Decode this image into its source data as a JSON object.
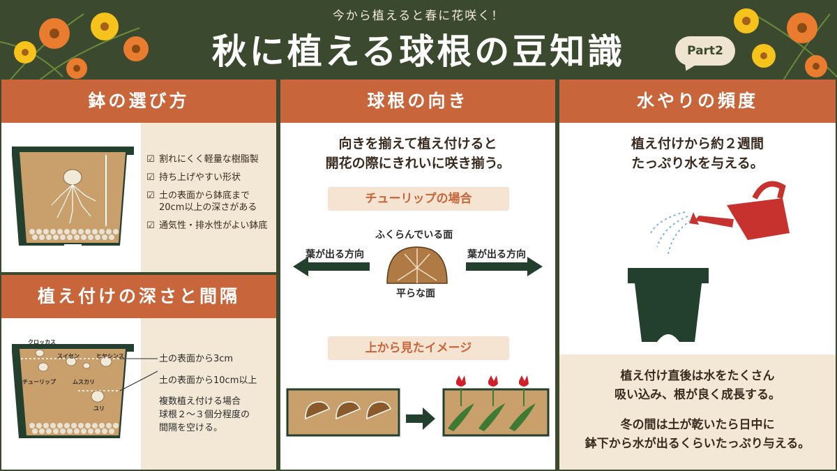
{
  "header": {
    "subtitle": "今から植えると春に花咲く！",
    "title": "秋に植える球根の豆知識",
    "part": "Part2"
  },
  "pot_panel": {
    "title": "鉢の選び方",
    "checks": [
      "割れにくく軽量な樹脂製",
      "持ち上げやすい形状",
      "土の表面から鉢底まで20cm以上の深さがある",
      "通気性・排水性がよい鉢底"
    ]
  },
  "depth_panel": {
    "title": "植え付けの深さと間隔",
    "bulbs": [
      "クロッカス",
      "スイセン",
      "ヒヤシンス",
      "チューリップ",
      "ムスカリ",
      "ユリ"
    ],
    "notes": [
      "土の表面から3cm",
      "土の表面から10cm以上"
    ],
    "multi_note": [
      "複数植え付ける場合",
      "球根２～３個分程度の",
      "間隔を空ける。"
    ]
  },
  "direction_panel": {
    "title": "球根の向き",
    "lead": [
      "向きを揃えて植え付けると",
      "開花の際にきれいに咲き揃う。"
    ],
    "tulip_case": "チューリップの場合",
    "round_face": "ふくらんでいる面",
    "flat_face": "平らな面",
    "leaf_left": "葉が出る方向",
    "leaf_right": "葉が出る方向",
    "top_view": "上から見たイメージ"
  },
  "water_panel": {
    "title": "水やりの頻度",
    "lead": [
      "植え付けから約２週間",
      "たっぷり水を与える。"
    ],
    "body1": [
      "植え付け直後は水をたくさん",
      "吸い込み、根が良く成長する。"
    ],
    "body2": [
      "冬の間は土が乾いたら日中に",
      "鉢下から水が出るくらいたっぷり与える。"
    ]
  },
  "colors": {
    "background": "#3b4a2f",
    "accent": "#c9653a",
    "beige": "#f3e8d6",
    "soil": "#c9a06b",
    "pot": "#23402f",
    "can": "#c8322e"
  }
}
